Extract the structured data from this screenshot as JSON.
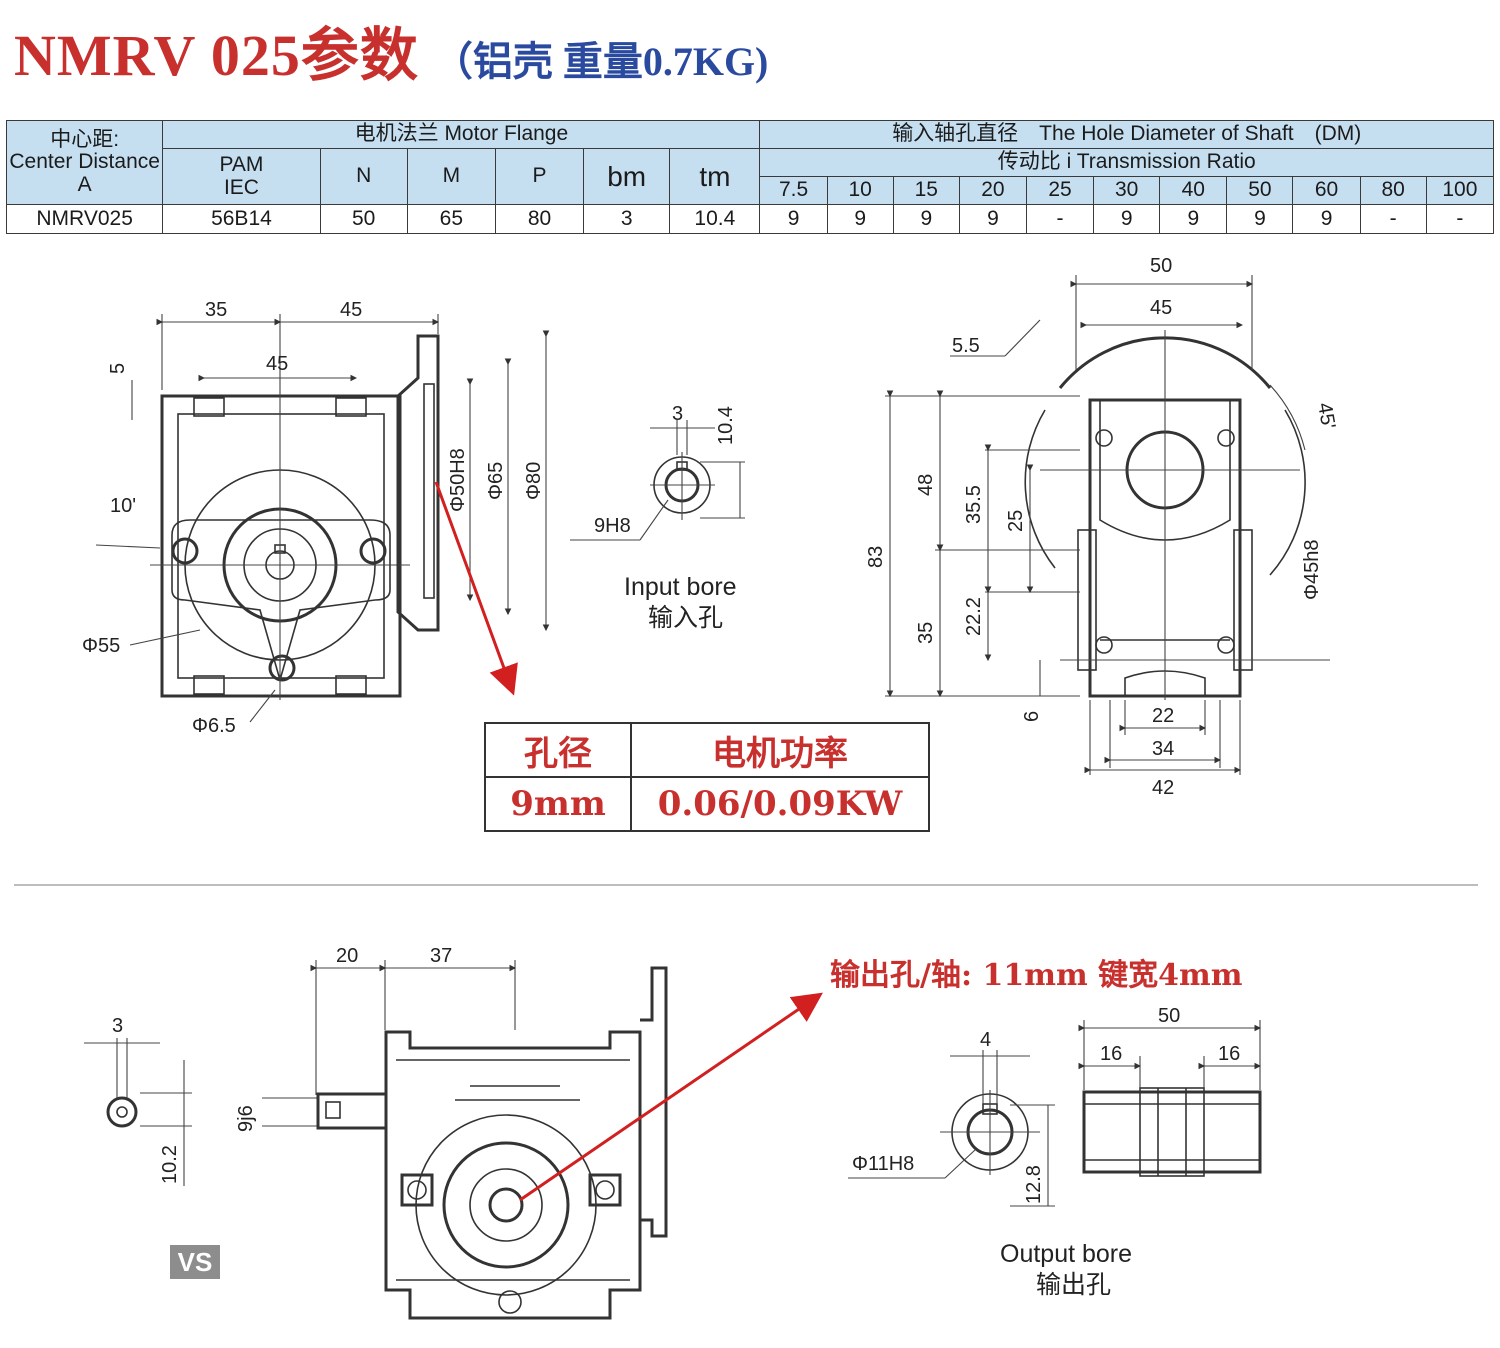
{
  "title": {
    "main": "NMRV 025参数",
    "sub": "（铝壳 重量0.7KG)"
  },
  "table": {
    "center_distance": {
      "cn": "中心距:",
      "en": "Center Distance",
      "sym": "A"
    },
    "motor_flange": "电机法兰 Motor Flange",
    "shaft_hole": "输入轴孔直径　The Hole Diameter of Shaft　(DM)",
    "ratio_header": "传动比 i Transmission Ratio",
    "pam": "PAM",
    "iec": "IEC",
    "cols": [
      "N",
      "M",
      "P",
      "bm",
      "tm"
    ],
    "ratios": [
      "7.5",
      "10",
      "15",
      "20",
      "25",
      "30",
      "40",
      "50",
      "60",
      "80",
      "100"
    ],
    "row": {
      "model": "NMRV025",
      "pam": "56B14",
      "values": [
        "50",
        "65",
        "80",
        "3",
        "10.4"
      ],
      "holes": [
        "9",
        "9",
        "9",
        "9",
        "-",
        "9",
        "9",
        "9",
        "9",
        "-",
        "-"
      ]
    }
  },
  "motor_table": {
    "h1": "孔径",
    "h2": "电机功率",
    "v1": "9mm",
    "v2": "0.06/0.09KW"
  },
  "front_view": {
    "dims": {
      "d35": "35",
      "d45top": "45",
      "d45": "45",
      "d5": "5",
      "d10": "10'",
      "d55": "Φ55",
      "d65b": "Φ6.5",
      "d50h8": "Φ50H8",
      "d65": "Φ65",
      "d80": "Φ80"
    }
  },
  "input_bore": {
    "cap_en": "Input bore",
    "cap_cn": "输入孔",
    "d3": "3",
    "d104": "10.4",
    "d9h8": "9H8"
  },
  "side_view": {
    "dims": {
      "d50": "50",
      "d45": "45",
      "d55": "5.5",
      "d45deg": "45'",
      "d48": "48",
      "d355": "35.5",
      "d25": "25",
      "d83": "83",
      "d222": "22.2",
      "d35": "35",
      "d45h8": "Φ45h8",
      "d6": "6",
      "d22": "22",
      "d34": "34",
      "d42": "42"
    }
  },
  "bottom_left": {
    "d3": "3",
    "d102": "10.2",
    "d96": "9j6",
    "d20": "20",
    "d37": "37",
    "vs": "VS"
  },
  "output_note": "输出孔/轴: 11mm  键宽4mm",
  "output_bore": {
    "cap_en": "Output bore",
    "cap_cn": "输出孔",
    "d4": "4",
    "d11h8": "Φ11H8",
    "d128": "12.8",
    "d50": "50",
    "d16a": "16",
    "d16b": "16"
  }
}
